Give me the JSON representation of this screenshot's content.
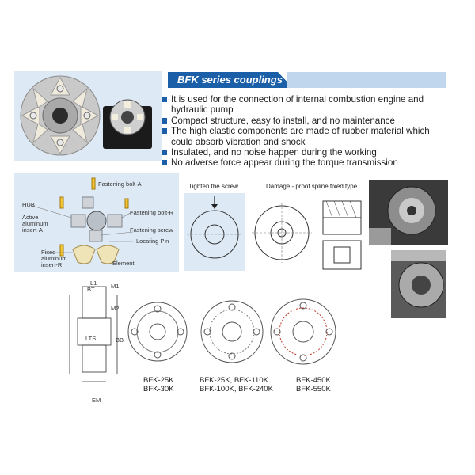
{
  "banner": {
    "title": "BFK series couplings"
  },
  "features": [
    "It is used for the connection of internal combustion engine and hydraulic pump",
    "Compact structure, easy to install, and no maintenance",
    "The high elastic components are made of rubber material which could absorb vibration and shock",
    "Insulated, and no noise happen during the working",
    "No adverse force appear during the torque transmission"
  ],
  "exploded_labels": {
    "fastening_bolt_a": "Fastening bolt-A",
    "hub": "HUB",
    "fastening_bolt_r": "Fastening bolt-R",
    "active_insert": "Active aluminum insert-A",
    "fastening_screw": "Fastening screw",
    "locating_pin": "Locating Pin",
    "fixed_insert": "Fixed aluminum insert-R",
    "element": "Element"
  },
  "captions": {
    "tighten": "Tighten the screw",
    "damage": "Damage - proof spline fixed type"
  },
  "models": {
    "group1": "BFK-25K\nBFK-30K",
    "group2": "BFK-25K, BFK-110K\nBFK-100K, BFK-240K",
    "group3": "BFK-450K\nBFK-550K"
  },
  "dimension_labels": [
    "L1",
    "BT",
    "M1",
    "M2",
    "LTS",
    "BB",
    "EM"
  ],
  "colors": {
    "accent": "#1a5fa8",
    "panel": "#dde9f4",
    "banner_bar": "#bfd6ec"
  }
}
